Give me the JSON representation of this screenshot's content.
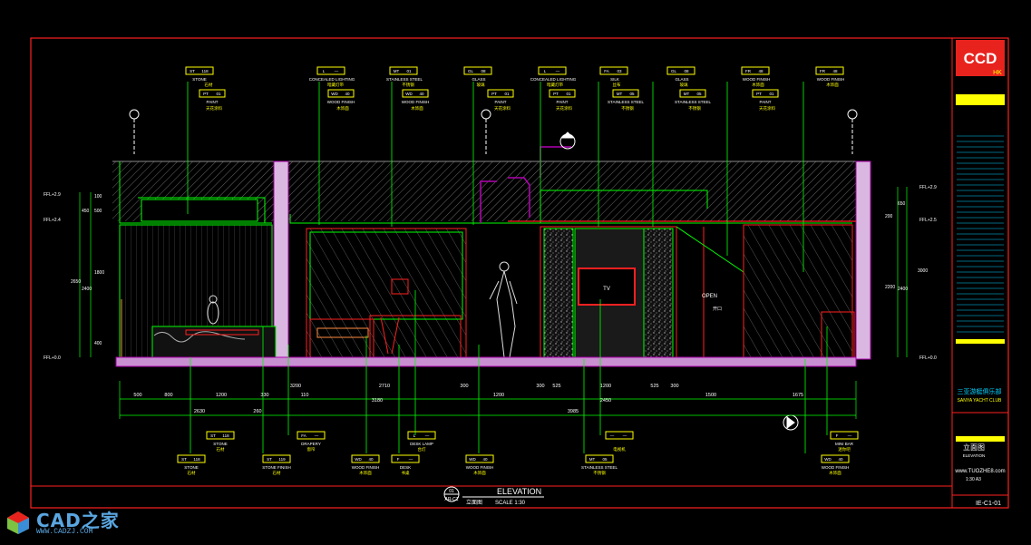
{
  "colors": {
    "border": "#ff2020",
    "accent": "#ff3030",
    "line": "#00ff00",
    "text": "#ffffff",
    "tag": "#ffff00",
    "hatch": "#8a8a8a",
    "floor": "#ff55ff",
    "cyan": "#00d0ff",
    "magenta": "#b000b0",
    "logo_bg": "#e8231e"
  },
  "titleblock": {
    "logo": "CCD",
    "logo_sub": "HK",
    "project_cn": "三亚游艇俱乐部",
    "project_en": "SANYA YACHT CLUB",
    "drawing_title_cn": "立面图",
    "drawing_title_en": "ELEVATION",
    "scale": "1:30 A3",
    "sheet_no": "IE-C1-01",
    "site": "www.TUOZHE8.com"
  },
  "title_label": {
    "number": "01",
    "ref": "AR-C1",
    "title": "ELEVATION",
    "title_cn": "立面图",
    "scale": "SCALE 1:30"
  },
  "top_tags": [
    {
      "code1": "ST",
      "code2": "118",
      "name": "STONE",
      "cn": "石材",
      "code3": "PT",
      "code4": "01",
      "name2": "PAINT",
      "cn2": "天花涂料"
    },
    {
      "code1": "L",
      "code2": "—",
      "name": "CONCEALED LIGHTING",
      "cn": "暗藏灯带",
      "code3": "WD",
      "code4": "40",
      "name2": "WOOD FINISH",
      "cn2": "木饰面"
    },
    {
      "code1": "MT",
      "code2": "01",
      "name": "STAINLESS STEEL",
      "cn": "不锈钢",
      "code3": "WD",
      "code4": "40",
      "name2": "WOOD FINISH",
      "cn2": "木饰面"
    },
    {
      "code1": "GL",
      "code2": "08",
      "name": "GLASS",
      "cn": "玻璃",
      "code3": "PT",
      "code4": "01",
      "name2": "PAINT",
      "cn2": "天花涂料"
    },
    {
      "code1": "L",
      "code2": "—",
      "name": "CONCEALED LIGHTING",
      "cn": "暗藏灯带",
      "code3": "PT",
      "code4": "01",
      "name2": "PAINT",
      "cn2": "天花涂料"
    },
    {
      "code1": "FA",
      "code2": "03",
      "name": "SILK",
      "cn": "丝布",
      "code3": "MT",
      "code4": "05",
      "name2": "STAINLESS STEEL",
      "cn2": "不锈钢"
    },
    {
      "code1": "GL",
      "code2": "08",
      "name": "GLASS",
      "cn": "玻璃",
      "code3": "MT",
      "code4": "05",
      "name2": "STAINLESS STEEL",
      "cn2": "不锈钢"
    },
    {
      "code1": "FR",
      "code2": "48",
      "name": "WOOD FINISH",
      "cn": "木饰面",
      "code3": "PT",
      "code4": "01",
      "name2": "PAINT",
      "cn2": "天花涂料"
    },
    {
      "code1": "FR",
      "code2": "48",
      "name": "WOOD FINISH",
      "cn": "木饰面"
    }
  ],
  "bottom_tags": [
    {
      "code1": "ST",
      "code2": "118",
      "name": "STONE",
      "cn": "石材",
      "code3": "ST",
      "code4": "118",
      "name2": "STONE",
      "cn2": "石材"
    },
    {
      "code1": "ST",
      "code2": "119",
      "name": "STONE FINISH",
      "cn": "石材",
      "code3": "FA",
      "code4": "—",
      "name2": "DRAPERY",
      "cn2": "窗帘"
    },
    {
      "code1": "WD",
      "code2": "40",
      "name": "WOOD FINISH",
      "cn": "木饰面"
    },
    {
      "code1": "F",
      "code2": "—",
      "name": "DESK",
      "cn": "书桌",
      "code3": "L",
      "code4": "—",
      "name2": "DESK LAMP",
      "cn2": "台灯"
    },
    {
      "code1": "WD",
      "code2": "40",
      "name": "WOOD FINISH",
      "cn": "木饰面"
    },
    {
      "code1": "MT",
      "code2": "05",
      "name": "STAINLESS STEEL",
      "cn": "不锈钢",
      "code3": "—",
      "code4": "—",
      "name2": "",
      "cn2": "电视机"
    },
    {
      "code1": "WD",
      "code2": "40",
      "name": "WOOD FINISH",
      "cn": "木饰面",
      "code3": "F",
      "code4": "—",
      "name2": "MINI BAR",
      "cn2": "迷你吧"
    }
  ],
  "dims_bottom1": [
    "500",
    "800",
    "1200",
    "330",
    "3200",
    "110",
    "2710",
    "300",
    "1200",
    "300",
    "525",
    "1200",
    "525",
    "300",
    "1500",
    "1675"
  ],
  "dims_bottom2": [
    "2630",
    "260",
    "3180",
    "2450",
    "3985"
  ],
  "dims_left": [
    "100",
    "450",
    "500",
    "1800",
    "2650",
    "2400",
    "400"
  ],
  "dims_right": [
    "200",
    "650",
    "2200",
    "3000",
    "2400"
  ],
  "levels": [
    "FFL+2.9",
    "FFL+2.5",
    "FFL+2.4",
    "FFL+0.0"
  ],
  "labels": {
    "tv": "TV",
    "open": "OPEN",
    "open_cn": "开口"
  },
  "watermark": {
    "text": "CAD之家",
    "url": "WWW.CADZJ.COM"
  }
}
